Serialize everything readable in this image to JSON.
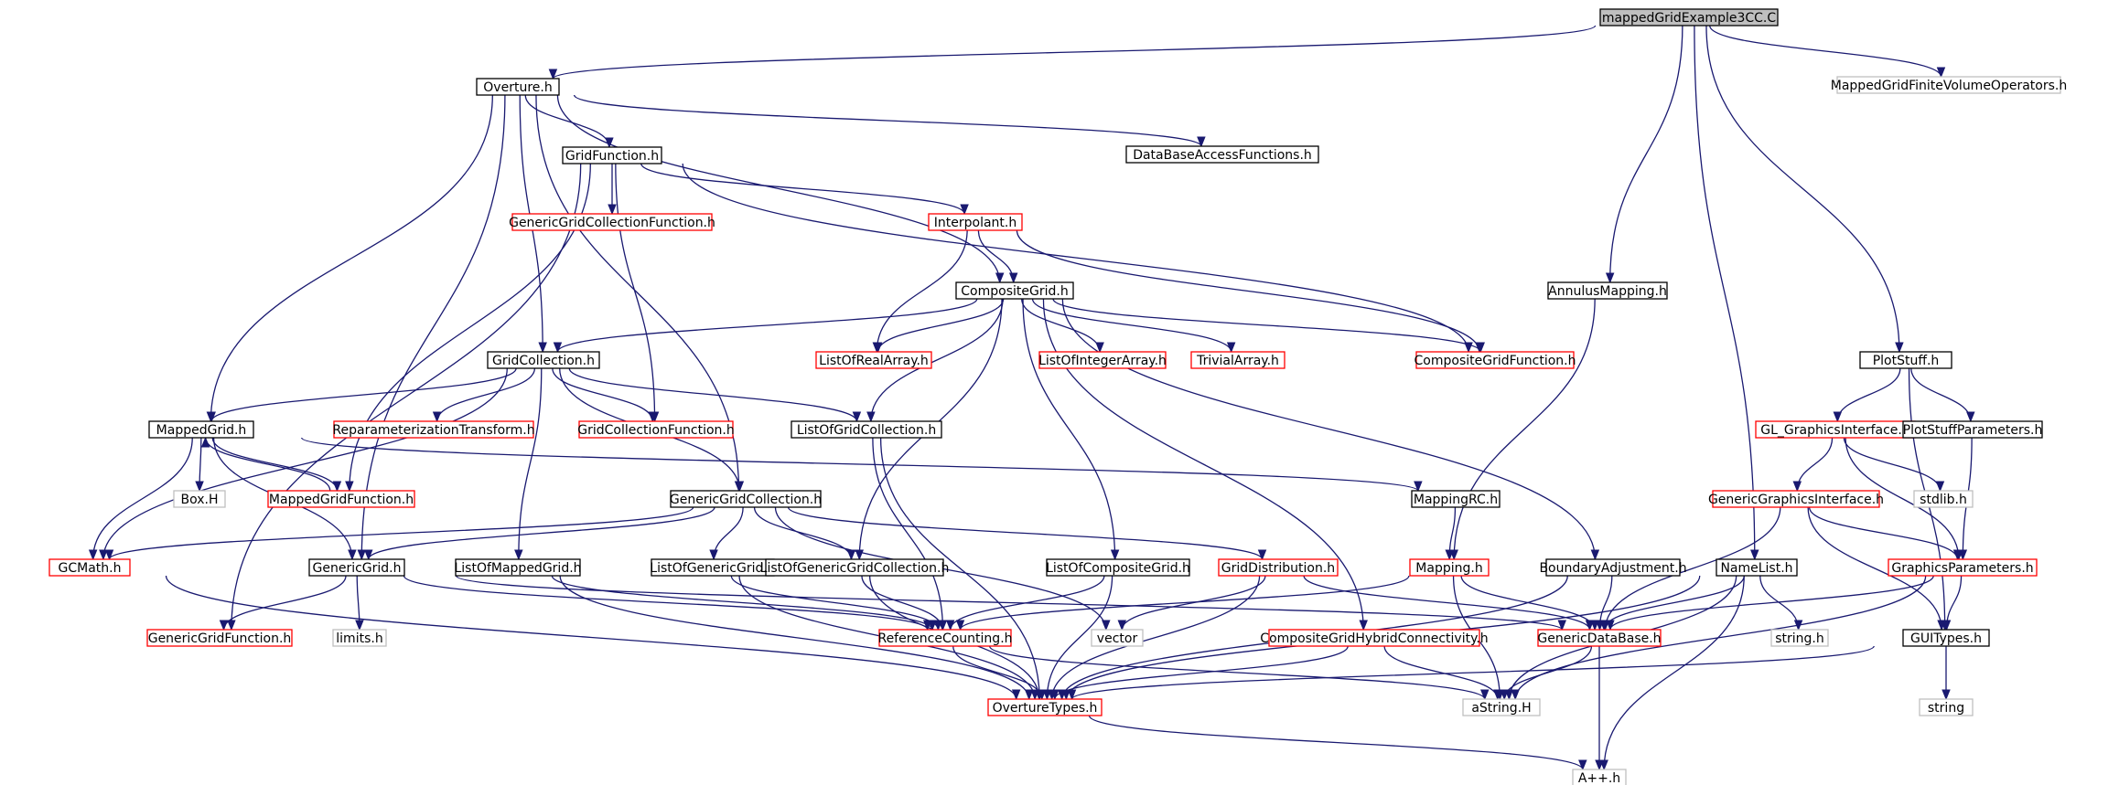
{
  "diagram": {
    "type": "include-dependency-graph",
    "colors": {
      "edge": "#191970",
      "root_fill": "#bfbfbf",
      "border_documented": "#000000",
      "border_truncated": "#ff0000",
      "border_system": "#bfbfbf"
    },
    "nodes": [
      {
        "id": "root",
        "label": "mappedGridExample3CC.C",
        "kind": "root"
      },
      {
        "id": "overture",
        "label": "Overture.h",
        "kind": "documented"
      },
      {
        "id": "mgfvo",
        "label": "MappedGridFiniteVolumeOperators.h",
        "kind": "system"
      },
      {
        "id": "gridfunction",
        "label": "GridFunction.h",
        "kind": "documented"
      },
      {
        "id": "dbaf",
        "label": "DataBaseAccessFunctions.h",
        "kind": "documented"
      },
      {
        "id": "ggcf",
        "label": "GenericGridCollectionFunction.h",
        "kind": "truncated"
      },
      {
        "id": "interpolant",
        "label": "Interpolant.h",
        "kind": "truncated"
      },
      {
        "id": "compositegrid",
        "label": "CompositeGrid.h",
        "kind": "documented"
      },
      {
        "id": "annulus",
        "label": "AnnulusMapping.h",
        "kind": "documented"
      },
      {
        "id": "gridcollection",
        "label": "GridCollection.h",
        "kind": "documented"
      },
      {
        "id": "lora",
        "label": "ListOfRealArray.h",
        "kind": "truncated"
      },
      {
        "id": "loia",
        "label": "ListOfIntegerArray.h",
        "kind": "truncated"
      },
      {
        "id": "trivial",
        "label": "TrivialArray.h",
        "kind": "truncated"
      },
      {
        "id": "cgf",
        "label": "CompositeGridFunction.h",
        "kind": "truncated"
      },
      {
        "id": "plotstuff",
        "label": "PlotStuff.h",
        "kind": "documented"
      },
      {
        "id": "mappedgrid",
        "label": "MappedGrid.h",
        "kind": "documented"
      },
      {
        "id": "rpt",
        "label": "ReparameterizationTransform.h",
        "kind": "truncated"
      },
      {
        "id": "gcf",
        "label": "GridCollectionFunction.h",
        "kind": "truncated"
      },
      {
        "id": "logc",
        "label": "ListOfGridCollection.h",
        "kind": "documented"
      },
      {
        "id": "glgi",
        "label": "GL_GraphicsInterface.h",
        "kind": "truncated"
      },
      {
        "id": "psp",
        "label": "PlotStuffParameters.h",
        "kind": "documented"
      },
      {
        "id": "box",
        "label": "Box.H",
        "kind": "system"
      },
      {
        "id": "mgf",
        "label": "MappedGridFunction.h",
        "kind": "truncated"
      },
      {
        "id": "ggc",
        "label": "GenericGridCollection.h",
        "kind": "documented"
      },
      {
        "id": "mappingrc",
        "label": "MappingRC.h",
        "kind": "documented"
      },
      {
        "id": "ggi",
        "label": "GenericGraphicsInterface.h",
        "kind": "truncated"
      },
      {
        "id": "stdlib",
        "label": "stdlib.h",
        "kind": "system"
      },
      {
        "id": "gcmath",
        "label": "GCMath.h",
        "kind": "truncated"
      },
      {
        "id": "genericgrid",
        "label": "GenericGrid.h",
        "kind": "documented"
      },
      {
        "id": "lomg",
        "label": "ListOfMappedGrid.h",
        "kind": "documented"
      },
      {
        "id": "logg",
        "label": "ListOfGenericGrid.h",
        "kind": "documented"
      },
      {
        "id": "loggc",
        "label": "ListOfGenericGridCollection.h",
        "kind": "documented"
      },
      {
        "id": "locg",
        "label": "ListOfCompositeGrid.h",
        "kind": "documented"
      },
      {
        "id": "griddist",
        "label": "GridDistribution.h",
        "kind": "truncated"
      },
      {
        "id": "mapping",
        "label": "Mapping.h",
        "kind": "truncated"
      },
      {
        "id": "boundary",
        "label": "BoundaryAdjustment.h",
        "kind": "documented"
      },
      {
        "id": "namelist",
        "label": "NameList.h",
        "kind": "documented"
      },
      {
        "id": "gp",
        "label": "GraphicsParameters.h",
        "kind": "truncated"
      },
      {
        "id": "ggf",
        "label": "GenericGridFunction.h",
        "kind": "truncated"
      },
      {
        "id": "limits",
        "label": "limits.h",
        "kind": "system"
      },
      {
        "id": "refcount",
        "label": "ReferenceCounting.h",
        "kind": "truncated"
      },
      {
        "id": "vector",
        "label": "vector",
        "kind": "system"
      },
      {
        "id": "cghc",
        "label": "CompositeGridHybridConnectivity.h",
        "kind": "truncated"
      },
      {
        "id": "gdb",
        "label": "GenericDataBase.h",
        "kind": "truncated"
      },
      {
        "id": "stringh",
        "label": "string.h",
        "kind": "system"
      },
      {
        "id": "guitypes",
        "label": "GUITypes.h",
        "kind": "documented"
      },
      {
        "id": "overturetypes",
        "label": "OvertureTypes.h",
        "kind": "truncated"
      },
      {
        "id": "astring",
        "label": "aString.H",
        "kind": "system"
      },
      {
        "id": "string",
        "label": "string",
        "kind": "system"
      },
      {
        "id": "app",
        "label": "A++.h",
        "kind": "system"
      }
    ],
    "edges": [
      [
        "root",
        "overture"
      ],
      [
        "root",
        "mgfvo"
      ],
      [
        "root",
        "annulus"
      ],
      [
        "root",
        "plotstuff"
      ],
      [
        "root",
        "namelist"
      ],
      [
        "overture",
        "gridfunction"
      ],
      [
        "overture",
        "dbaf"
      ],
      [
        "overture",
        "compositegrid"
      ],
      [
        "overture",
        "gridcollection"
      ],
      [
        "overture",
        "mappedgrid"
      ],
      [
        "overture",
        "genericgrid"
      ],
      [
        "overture",
        "ggc"
      ],
      [
        "gridfunction",
        "ggcf"
      ],
      [
        "gridfunction",
        "interpolant"
      ],
      [
        "gridfunction",
        "cgf"
      ],
      [
        "gridfunction",
        "gcf"
      ],
      [
        "gridfunction",
        "mgf"
      ],
      [
        "gridfunction",
        "ggf"
      ],
      [
        "interpolant",
        "compositegrid"
      ],
      [
        "interpolant",
        "lora"
      ],
      [
        "interpolant",
        "cgf"
      ],
      [
        "compositegrid",
        "gridcollection"
      ],
      [
        "compositegrid",
        "lora"
      ],
      [
        "compositegrid",
        "loia"
      ],
      [
        "compositegrid",
        "trivial"
      ],
      [
        "compositegrid",
        "cgf"
      ],
      [
        "compositegrid",
        "logc"
      ],
      [
        "compositegrid",
        "loggc"
      ],
      [
        "compositegrid",
        "locg"
      ],
      [
        "compositegrid",
        "cghc"
      ],
      [
        "compositegrid",
        "boundary"
      ],
      [
        "annulus",
        "mapping"
      ],
      [
        "gridcollection",
        "mappedgrid"
      ],
      [
        "gridcollection",
        "rpt"
      ],
      [
        "gridcollection",
        "gcf"
      ],
      [
        "gridcollection",
        "logc"
      ],
      [
        "gridcollection",
        "ggc"
      ],
      [
        "gridcollection",
        "lomg"
      ],
      [
        "gridcollection",
        "gcmath"
      ],
      [
        "plotstuff",
        "glgi"
      ],
      [
        "plotstuff",
        "psp"
      ],
      [
        "plotstuff",
        "guitypes"
      ],
      [
        "mappedgrid",
        "box"
      ],
      [
        "mappedgrid",
        "mgf"
      ],
      [
        "mappedgrid",
        "genericgrid"
      ],
      [
        "mappedgrid",
        "gcmath"
      ],
      [
        "mappedgrid",
        "mappingrc"
      ],
      [
        "mgf",
        "mappedgrid"
      ],
      [
        "logc",
        "refcount"
      ],
      [
        "logc",
        "overturetypes"
      ],
      [
        "glgi",
        "ggi"
      ],
      [
        "glgi",
        "stdlib"
      ],
      [
        "glgi",
        "gp"
      ],
      [
        "psp",
        "gp"
      ],
      [
        "ggc",
        "genericgrid"
      ],
      [
        "ggc",
        "logg"
      ],
      [
        "ggc",
        "loggc"
      ],
      [
        "ggc",
        "griddist"
      ],
      [
        "ggc",
        "gcmath"
      ],
      [
        "ggc",
        "vector"
      ],
      [
        "mappingrc",
        "mapping"
      ],
      [
        "ggi",
        "gp"
      ],
      [
        "ggi",
        "gdb"
      ],
      [
        "ggi",
        "guitypes"
      ],
      [
        "gcmath",
        "overturetypes"
      ],
      [
        "genericgrid",
        "ggf"
      ],
      [
        "genericgrid",
        "limits"
      ],
      [
        "genericgrid",
        "refcount"
      ],
      [
        "genericgrid",
        "gdb"
      ],
      [
        "lomg",
        "refcount"
      ],
      [
        "lomg",
        "overturetypes"
      ],
      [
        "logg",
        "refcount"
      ],
      [
        "logg",
        "overturetypes"
      ],
      [
        "loggc",
        "refcount"
      ],
      [
        "loggc",
        "overturetypes"
      ],
      [
        "locg",
        "refcount"
      ],
      [
        "locg",
        "overturetypes"
      ],
      [
        "griddist",
        "gdb"
      ],
      [
        "griddist",
        "vector"
      ],
      [
        "griddist",
        "overturetypes"
      ],
      [
        "mapping",
        "refcount"
      ],
      [
        "mapping",
        "gdb"
      ],
      [
        "mapping",
        "astring"
      ],
      [
        "boundary",
        "gdb"
      ],
      [
        "boundary",
        "overturetypes"
      ],
      [
        "namelist",
        "gdb"
      ],
      [
        "namelist",
        "stringh"
      ],
      [
        "namelist",
        "astring"
      ],
      [
        "namelist",
        "app"
      ],
      [
        "namelist",
        "overturetypes"
      ],
      [
        "gp",
        "gdb"
      ],
      [
        "gp",
        "guitypes"
      ],
      [
        "gp",
        "astring"
      ],
      [
        "refcount",
        "overturetypes"
      ],
      [
        "refcount",
        "astring"
      ],
      [
        "cghc",
        "overturetypes"
      ],
      [
        "cghc",
        "astring"
      ],
      [
        "gdb",
        "astring"
      ],
      [
        "gdb",
        "app"
      ],
      [
        "guitypes",
        "string"
      ],
      [
        "guitypes",
        "overturetypes"
      ],
      [
        "overturetypes",
        "app"
      ]
    ]
  }
}
